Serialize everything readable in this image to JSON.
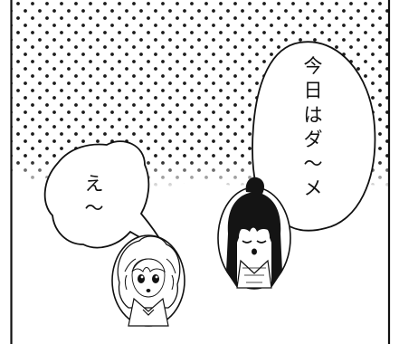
{
  "panel": {
    "colors": {
      "ink": "#111111",
      "paper": "#ffffff",
      "screentone_dot": "#1a1a1a"
    },
    "balloons": [
      {
        "id": "left",
        "speaker": "blonde-girl",
        "lines": [
          "え",
          "〜"
        ]
      },
      {
        "id": "right",
        "speaker": "dark-haired-girl",
        "lines": [
          "今",
          "日",
          "は",
          "ダ",
          "〜",
          "メ"
        ]
      }
    ]
  }
}
